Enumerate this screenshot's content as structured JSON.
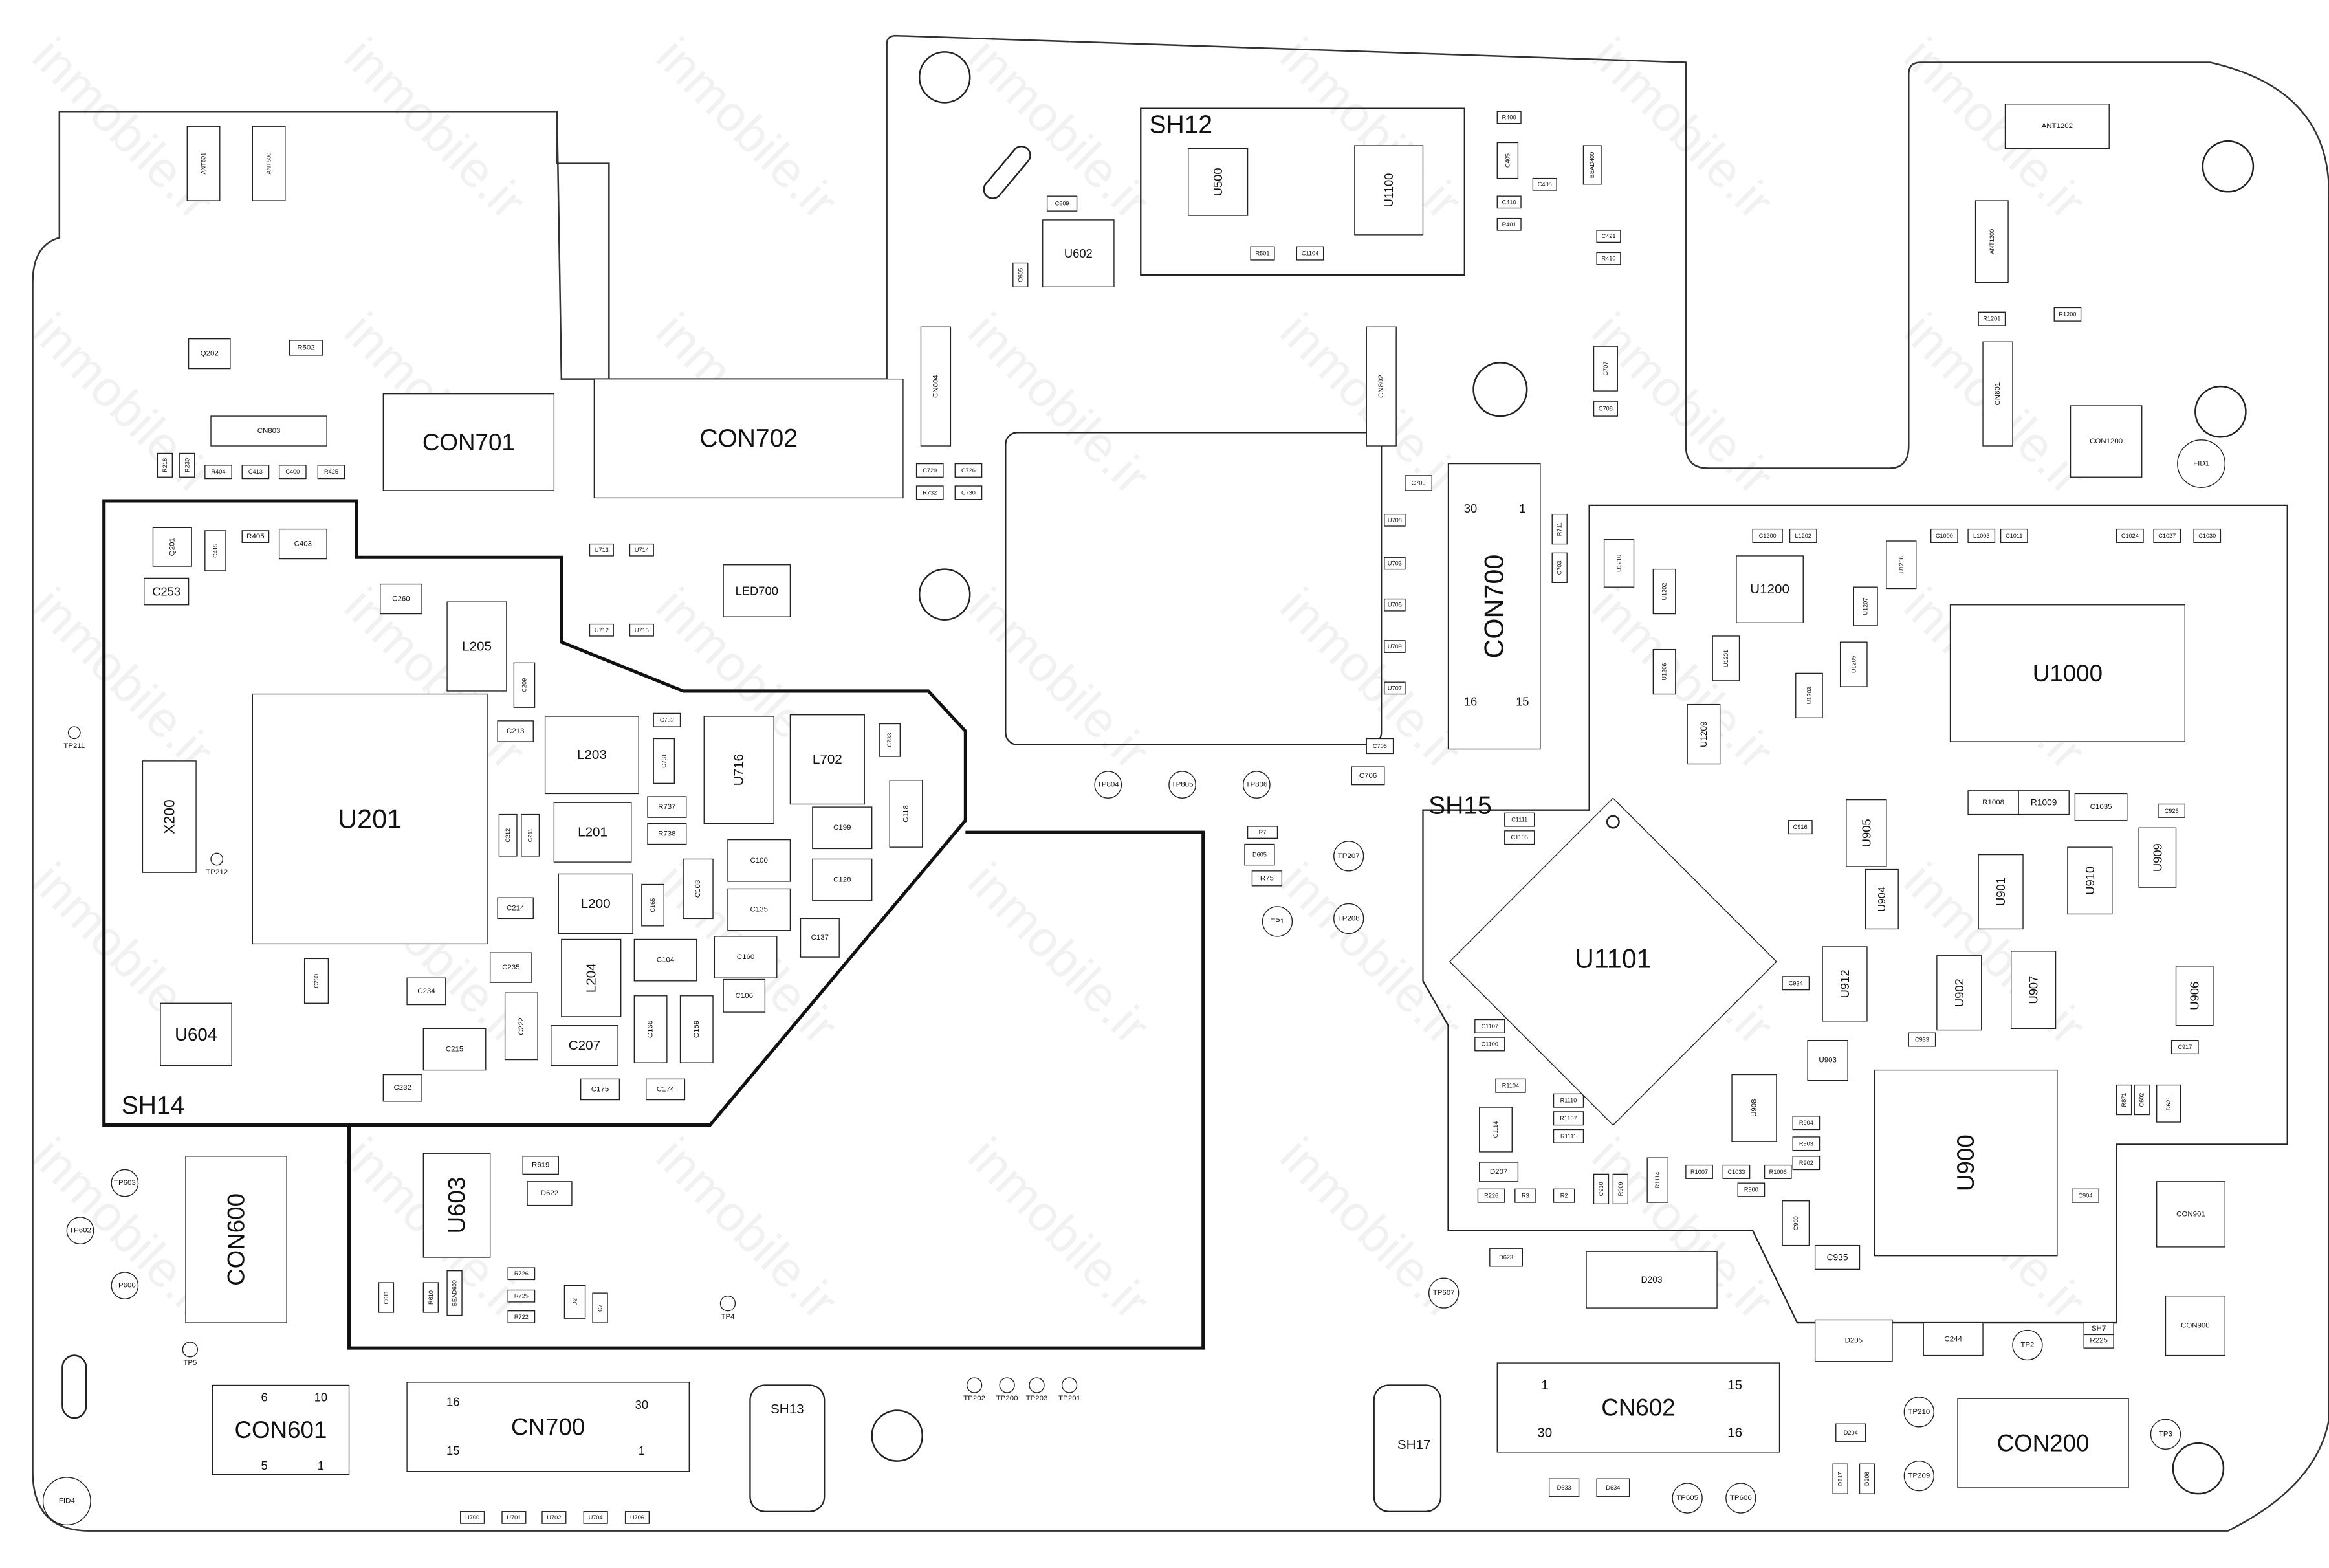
{
  "watermark": "inmobile.ir",
  "shields": {
    "sh12": "SH12",
    "sh13": "SH13",
    "sh14": "SH14",
    "sh15": "SH15",
    "sh17": "SH17"
  },
  "components": {
    "con701": "CON701",
    "con702": "CON702",
    "con700": "CON700",
    "con600": "CON600",
    "con601": "CON601",
    "cn700": "CN700",
    "cn602": "CN602",
    "con200": "CON200",
    "u201": "U201",
    "u604": "U604",
    "x200": "X200",
    "l205": "L205",
    "l203": "L203",
    "l201": "L201",
    "l200": "L200",
    "l204": "L204",
    "c207": "C207",
    "u716": "U716",
    "l702": "L702",
    "led700": "LED700",
    "u602": "U602",
    "u500": "U500",
    "u1100": "U1100",
    "u603": "U603",
    "u1000": "U1000",
    "u1200": "U1200",
    "u1101": "U1101",
    "u900": "U900",
    "u905": "U905",
    "u904": "U904",
    "u901": "U901",
    "u910": "U910",
    "u909": "U909",
    "u912": "U912",
    "u902": "U902",
    "u907": "U907",
    "u906": "U906",
    "u908": "U908",
    "u903": "U903",
    "u1202": "U1202",
    "u1206": "U1206",
    "u1201": "U1201",
    "u1203": "U1203",
    "u1205": "U1205",
    "u1207": "U1207",
    "u1209": "U1209",
    "u1210": "U1210",
    "u1208": "U1208",
    "d203": "D203",
    "d205": "D205",
    "c244": "C244",
    "r225": "R225",
    "sh7": "SH7",
    "c935": "C935",
    "d623": "D623",
    "d633": "D633",
    "d634": "D634",
    "d204": "D204",
    "d617": "D617",
    "d206": "D206",
    "r1008": "R1008",
    "r1009": "R1009",
    "c1035": "C1035",
    "c1114": "C1114",
    "d207": "D207",
    "r1114": "R1114",
    "c900": "C900",
    "d621": "D621",
    "con901": "CON901",
    "con900": "CON900",
    "cn803": "CN803",
    "cn801": "CN801",
    "cn804": "CN804",
    "cn802": "CN802",
    "q202": "Q202",
    "r502": "R502",
    "con1200": "CON1200",
    "ant501": "ANT501",
    "ant500": "ANT500",
    "ant1202": "ANT1202",
    "ant1200": "ANT1200",
    "c253": "C253",
    "c260": "C260",
    "c403": "C403",
    "r405": "R405",
    "c415": "C415",
    "q201": "Q201",
    "c235": "C235",
    "c215": "C215",
    "c222": "C222",
    "c232": "C232",
    "c175": "C175",
    "c174": "C174",
    "c104": "C104",
    "c160": "C160",
    "c166": "C166",
    "c159": "C159",
    "c100": "C100",
    "c135": "C135",
    "c128": "C128",
    "c199": "C199",
    "c118": "C118",
    "c733": "C733",
    "c103": "C103",
    "c165": "C165",
    "c213": "C213",
    "c214": "C214",
    "c212": "C212",
    "c211": "C211",
    "r737": "R737",
    "r738": "R738",
    "c731": "C731",
    "c732": "C732",
    "c209": "C209",
    "c230": "C230",
    "c234": "C234",
    "c137": "C137",
    "c106": "C106",
    "r619": "R619",
    "d622": "D622",
    "d2": "D2",
    "c7": "C7",
    "bead600": "BEAD600",
    "r726": "R726",
    "r725": "R725",
    "r722": "R722",
    "c611": "C611",
    "r610": "R610",
    "c706": "C706",
    "c705": "C705",
    "r7": "R7",
    "d605": "D605",
    "r75": "R75",
    "c707": "C707",
    "c708": "C708",
    "c709": "C709",
    "r400": "R400",
    "c405": "C405",
    "c410": "C410",
    "r401": "R401",
    "c408": "C408",
    "c421": "C421",
    "r410": "R410",
    "bead400": "BEAD400",
    "c609": "C609",
    "c605": "C605",
    "c1104": "C1104",
    "r501": "R501",
    "r404": "R404",
    "c413": "C413",
    "c400": "C400",
    "r425": "R425",
    "r218": "R218",
    "r230": "R230",
    "c729": "C729",
    "c726": "C726",
    "r732": "R732",
    "c730": "C730",
    "r711": "R711",
    "c703": "C703",
    "r1201": "R1201",
    "r1200": "R1200",
    "u713": "U713",
    "u714": "U714",
    "u712": "U712",
    "u715": "U715",
    "u700": "U700",
    "u701": "U701",
    "u702": "U702",
    "u704": "U704",
    "u706": "U706",
    "u708": "U708",
    "u703": "U703",
    "u705": "U705",
    "u709": "U709",
    "u707": "U707",
    "c1200": "C1200",
    "l1202": "L1202",
    "c1000": "C1000",
    "l1003": "L1003",
    "c1011": "C1011",
    "c1024": "C1024",
    "c1027": "C1027",
    "c1030": "C1030",
    "c916": "C916",
    "c934": "C934",
    "c933": "C933",
    "c917": "C917",
    "c926": "C926",
    "r1007": "R1007",
    "c1033": "C1033",
    "r1006": "R1006",
    "r900": "R900",
    "r904": "R904",
    "r903": "R903",
    "r902": "R902",
    "c904": "C904",
    "c602": "C602",
    "r871": "R871",
    "c1111": "C1111",
    "c1105": "C1105",
    "c1107": "C1107",
    "c1100": "C1100",
    "r1104": "R1104",
    "r1110": "R1110",
    "r1107": "R1107",
    "r1111": "R1111",
    "r226": "R226",
    "r3": "R3",
    "r2": "R2",
    "c910": "C910",
    "r909": "R909",
    "tp211": "TP211",
    "tp212": "TP212",
    "tp603": "TP603",
    "tp602": "TP602",
    "tp600": "TP600",
    "tp5": "TP5",
    "tp4": "TP4",
    "tp804": "TP804",
    "tp805": "TP805",
    "tp806": "TP806",
    "tp1": "TP1",
    "tp207": "TP207",
    "tp208": "TP208",
    "tp202": "TP202",
    "tp200": "TP200",
    "tp203": "TP203",
    "tp201": "TP201",
    "tp607": "TP607",
    "tp605": "TP605",
    "tp606": "TP606",
    "tp2": "TP2",
    "tp3": "TP3",
    "tp210": "TP210",
    "tp209": "TP209",
    "fid1": "FID1",
    "fid4": "FID4"
  },
  "pins": {
    "con700": {
      "a": "1",
      "b": "30",
      "c": "16",
      "d": "15"
    },
    "cn602": {
      "a": "1",
      "b": "15",
      "c": "30",
      "d": "16"
    },
    "con601": {
      "a": "6",
      "b": "10",
      "c": "5",
      "d": "1"
    },
    "cn700": {
      "a": "16",
      "b": "30",
      "c": "15",
      "d": "1"
    }
  },
  "colors": {
    "line": "#222222",
    "background": "#ffffff"
  }
}
